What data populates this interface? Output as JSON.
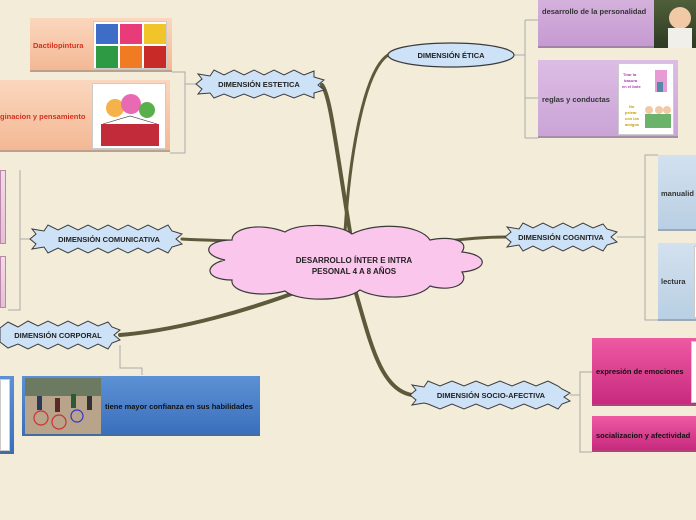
{
  "central": {
    "line1": "DESARROLLO ÍNTER E INTRA",
    "line2": "PESONAL 4 A 8 AÑOS"
  },
  "branches": {
    "etica": "DIMENSIÓN ÉTICA",
    "estetica": "DIMENSIÓN ESTETICA",
    "comunicativa": "DIMENSIÓN COMUNICATIVA",
    "cognitiva": "DIMENSIÓN COGNITIVA",
    "corporal": "DIMENSIÓN CORPORAL",
    "socio": "DIMENSIÓN SOCIO-AFECTIVA"
  },
  "cards": {
    "personalidad": "desarrollo de la personalidad",
    "reglas": "reglas y conductas",
    "dactilopintura": "Dactilopintura",
    "imaginacion": "ginacion y pensamiento",
    "manualidades": "manualid",
    "lectura": "lectura",
    "expresion": "expresión de emociones",
    "socializacion": "socializacion y afectividad",
    "confianza": "tiene mayor confianza en sus habilidades"
  },
  "poster": {
    "l1": "Tirar la",
    "l2": "basura",
    "l3": "en el bote",
    "l4": "No",
    "l5": "pelear",
    "l6": "con los",
    "l7": "amigos"
  },
  "colors": {
    "background": "#f3ecd9",
    "cloud": "#fbc6ec",
    "bubble": "#cde2f6",
    "line": "#5d5a3c"
  }
}
